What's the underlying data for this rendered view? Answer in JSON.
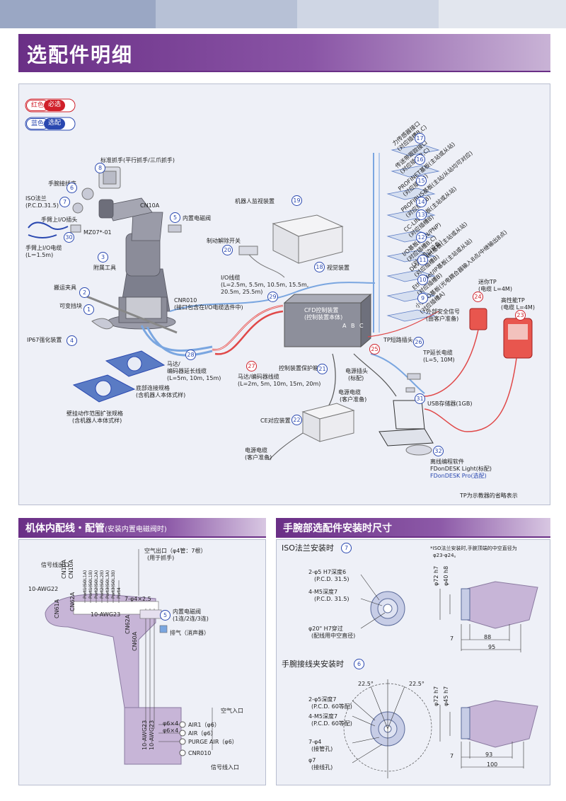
{
  "page": {
    "title": "选配件明细",
    "band_colors": [
      "#9aa7c4",
      "#b7c1d6",
      "#cfd6e4",
      "#e2e6ee"
    ]
  },
  "legend": {
    "red_tag": "红色",
    "red_text": "必选",
    "blue_tag": "蓝色",
    "blue_text": "选配"
  },
  "labels": {
    "hand": "标准抓手(平行抓手/三爪抓手)",
    "wrist_clamp": "手腕接线夹",
    "iso_flange_1": "ISO法兰",
    "iso_flange_2": "(P.C.D.31.5)",
    "arm_io_connector": "手臂上I/O插头",
    "arm_io_cable_1": "手臂上I/O电缆",
    "arm_io_cable_2": "(L＝1.5m)",
    "mz07": "MZ07*-01",
    "cn10a": "CN10A",
    "solenoid": "内置电磁阀",
    "accessory": "附属工具",
    "transport_jig": "搬运夹具",
    "variable_stop": "可变挡块",
    "ip67": "IP67强化装置",
    "robot_monitor": "机器人监视装置",
    "brake_release": "制动解除开关",
    "vision": "视觉装置",
    "io_cable_1": "I/O线缆",
    "io_cable_2": "(L=2.5m, 5.5m, 10.5m, 15.5m,",
    "io_cable_3": "20.5m, 25.5m)",
    "cnr010_1": "CNR010",
    "cnr010_2": "(接口包含在I/O电缆选件中)",
    "cfd_1": "CFD控制装置",
    "cfd_2": "(控制装置本体)",
    "force_sensor_1": "力传感器接口",
    "force_sensor_2": "(对应插槽B,C)",
    "conveyor_1": "传送带跟踪接口",
    "conveyor_2": "(对应插槽B,C)",
    "profinet_1": "PROFINET基板(主站或从站)",
    "profinet_2": "(对应插槽B)",
    "profibus_1": "PROFIBUS基板(主站/从站均可对应)",
    "profibus_2": "(对应插槽B)",
    "cclink_1": "CC-LINK基板(主站或从站)",
    "cclink_2": "(对应插槽B)",
    "io_board_1": "I/O基板(NPN/PNP)",
    "io_board_2": "(对应插槽B,C)",
    "io_board_3": "(对应周边设备)",
    "devicenet_1": "DeviceNet基板(主站或从站)",
    "devicenet_2": "(对应插槽B)",
    "ethernet_1": "EtherNet/IP基板(主站或从站)",
    "ethernet_2": "(对应插槽B)",
    "small_io_1": "小型I/O基板(光电耦合器输入8点/中继输出8点)",
    "small_io_2": "(对应插槽A)",
    "mini_tp_1": "迷你TP",
    "mini_tp_2": "(电缆 L=4M)",
    "hi_tp_1": "高性能TP",
    "hi_tp_2": "(电缆 L=4M)",
    "ext_safety_1": "外部安全信号",
    "ext_safety_2": "(由客户准备)",
    "tp_short": "TP短路插头",
    "tp_ext_1": "TP延长电缆",
    "tp_ext_2": "(L=5, 10M)",
    "usb": "USB存储器(1GB)",
    "enc_ext_1": "马达/",
    "enc_ext_2": "编码器延长线缆",
    "enc_ext_3": "(L=5m, 10m, 15m)",
    "enc_1": "马达/编码器线缆",
    "enc_2": "(L=2m, 5m, 10m, 15m, 20m)",
    "ctrl_box": "控制装置保护箱",
    "power_plug_1": "电源插头",
    "power_plug_2": "(标配)",
    "base_1": "底部连接规格",
    "base_2": "(含机器人本体式样)",
    "wall_1": "壁挂动作范围扩张规格",
    "wall_2": "(含机器人本体式样)",
    "power_cable_a_1": "电源电缆",
    "power_cable_a_2": "(客户准备)",
    "ce": "CE对应装置",
    "power_cable_b_1": "电源电缆",
    "power_cable_b_2": "(客户准备)",
    "software_1": "离线编程软件",
    "software_2": "FDonDESK Light(标配)",
    "software_3": "FDonDESK Pro(选配)",
    "tp_note": "TP为示教器的省略表示",
    "slots": [
      "A",
      "B",
      "C"
    ]
  },
  "numbers": [
    "8",
    "6",
    "7",
    "30",
    "5",
    "3",
    "2",
    "1",
    "4",
    "19",
    "20",
    "18",
    "29",
    "28",
    "27",
    "21",
    "22",
    "17",
    "16",
    "15",
    "14",
    "13",
    "12",
    "11",
    "10",
    "9",
    "24",
    "23",
    "26",
    "25",
    "31",
    "32"
  ],
  "wiring": {
    "title": "机体内配线・配管",
    "subtitle": "(安装内置电磁阀时)",
    "air_out_1": "空气出口（φ4管：7根）",
    "air_out_2": "(用于抓手)",
    "signal_out": "信号线出口",
    "awg22": "10-AWG22",
    "cn10a": "CN10A",
    "cn10a2": "CN10A",
    "cn61a": "CN61A",
    "cn62a": "CN62A",
    "awg23": "10-AWG23",
    "ports": [
      "Port1(SOL1A)",
      "Port1(SOL1B)",
      "Port2(SOL2A)",
      "Port2(SOL2B)",
      "Port3(SOL3A)",
      "Port3(SOL3B)",
      "Port4"
    ],
    "tubes": "7-φ4×2.5",
    "solenoid_1": "内置电磁阀",
    "solenoid_2": "(1连/2连/3连)",
    "exhaust": "排气（消声器）",
    "cn62a_base": "CN62A",
    "cn60a": "CN60A",
    "air_in": "空气入口",
    "tube6_1": "φ6×4",
    "tube6_2": "φ6×4",
    "air1": "AIR1（φ6）",
    "air": "AIR（φ6）",
    "purge": "PURGE AIR（φ6）",
    "cnr010": "CNR010",
    "signal_in": "信号线入口",
    "awg_v1": "10-AWG23",
    "awg_v2": "10-AWG23",
    "num5": "5"
  },
  "dims": {
    "title": "手腕部选配件安装时尺寸",
    "iso_title": "ISO法兰安装时",
    "iso_num": "7",
    "iso_note_1": "*ISO法兰安装时,手腕顶端的中空直径为",
    "iso_note_2": "φ23-φ24。",
    "iso_d1_1": "2-φ5 H7深度6",
    "iso_d1_2": "(P.C.D. 31.5)",
    "iso_d2_1": "4-M5深度7",
    "iso_d2_2": "(P.C.D. 31.5)",
    "iso_d3_1": "φ20\" H7穿过",
    "iso_d3_2": "(配线用中空直径)",
    "iso_v1": "φ72 h7",
    "iso_v2": "φ40 h8",
    "iso_h1": "7",
    "iso_h2": "88",
    "iso_h3": "95",
    "clamp_title": "手腕接线夹安装时",
    "clamp_num": "6",
    "clamp_a1": "22.5°",
    "clamp_a2": "22.5°",
    "clamp_d1_1": "2-φ5深度7",
    "clamp_d1_2": "(P.C.D. 60等配)",
    "clamp_d2_1": "4-M5深度7",
    "clamp_d2_2": "(P.C.D. 60等配)",
    "clamp_d3_1": "7-φ4",
    "clamp_d3_2": "(接管孔)",
    "clamp_d4_1": "φ7",
    "clamp_d4_2": "(接线孔)",
    "clamp_v1": "φ72 h7",
    "clamp_v2": "φ45 h7",
    "clamp_h1": "7",
    "clamp_h2": "93",
    "clamp_h3": "100"
  }
}
